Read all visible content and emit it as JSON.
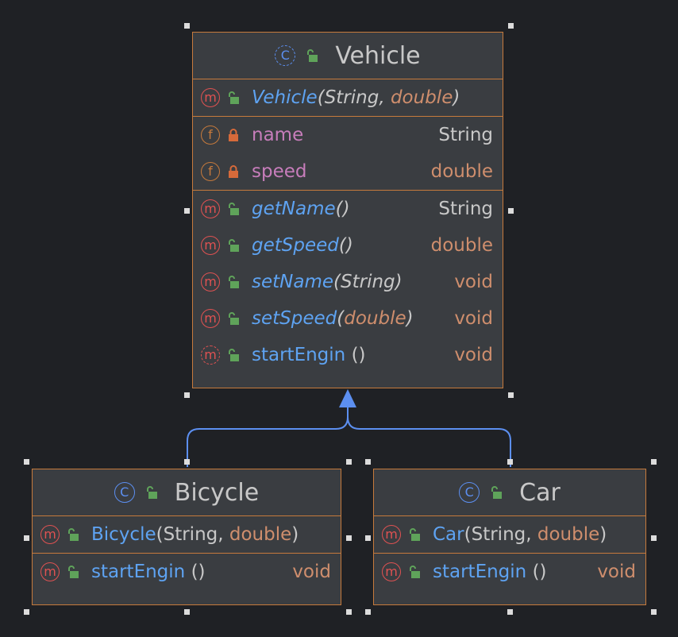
{
  "classes": {
    "vehicle": {
      "name": "Vehicle",
      "constructor": {
        "name": "Vehicle",
        "open": "(",
        "p1": "String",
        "sep": ", ",
        "p2": "double",
        "close": ")"
      },
      "fields": [
        {
          "name": "name",
          "type": "String"
        },
        {
          "name": "speed",
          "type": "double"
        }
      ],
      "methods": [
        {
          "name": "getName",
          "params": "()",
          "ret": "String"
        },
        {
          "name": "getSpeed",
          "params": "()",
          "ret": "double"
        },
        {
          "name": "setName",
          "open": "(",
          "param": "String",
          "close": ")",
          "ret": "void"
        },
        {
          "name": "setSpeed",
          "open": "(",
          "param": "double",
          "close": ")",
          "ret": "void"
        },
        {
          "name": "startEngin",
          "params": "()",
          "ret": "void"
        }
      ]
    },
    "bicycle": {
      "name": "Bicycle",
      "constructor": {
        "name": "Bicycle",
        "open": "(",
        "p1": "String",
        "sep": ", ",
        "p2": "double",
        "close": ")"
      },
      "methods": [
        {
          "name": "startEngin",
          "params": "()",
          "ret": "void"
        }
      ]
    },
    "car": {
      "name": "Car",
      "constructor": {
        "name": "Car",
        "open": "(",
        "p1": "String",
        "sep": ", ",
        "p2": "double",
        "close": ")"
      },
      "methods": [
        {
          "name": "startEngin",
          "params": "()",
          "ret": "void"
        }
      ]
    }
  },
  "icons": {
    "class": "C",
    "method": "m",
    "field": "f"
  },
  "colors": {
    "background": "#1f2125",
    "box": "#3a3d41",
    "border": "#c67a3c",
    "method": "#5ea3f2",
    "field": "#c77dbb",
    "primitive_type": "#cf8e6d",
    "arrow": "#5c8ff0"
  }
}
